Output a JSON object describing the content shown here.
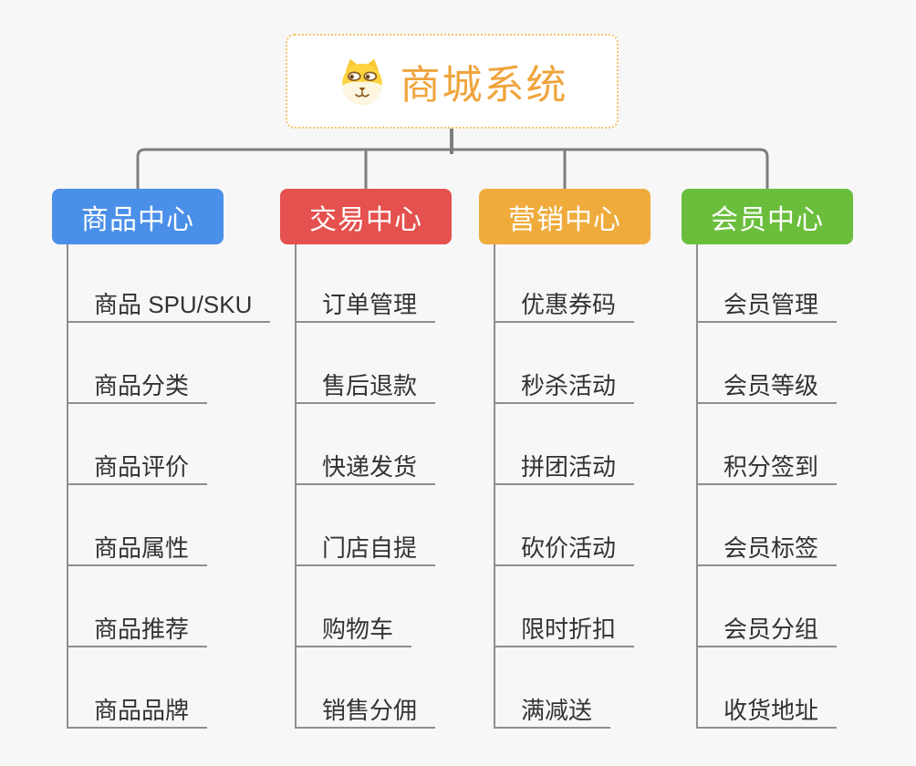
{
  "root": {
    "title": "商城系统",
    "icon": "dog-face-icon"
  },
  "colors": {
    "title_text": "#f0a43c",
    "root_border": "#f2c36e",
    "connector": "#7e7e7e",
    "trunk_line": "#8e8e8e",
    "leaf_text": "#333333",
    "background": "#f7f7f7"
  },
  "branches": [
    {
      "label": "商品中心",
      "color": "#4a8fe8",
      "items": [
        "商品 SPU/SKU",
        "商品分类",
        "商品评价",
        "商品属性",
        "商品推荐",
        "商品品牌"
      ]
    },
    {
      "label": "交易中心",
      "color": "#e4514e",
      "items": [
        "订单管理",
        "售后退款",
        "快递发货",
        "门店自提",
        "购物车",
        "销售分佣"
      ]
    },
    {
      "label": "营销中心",
      "color": "#efab3c",
      "items": [
        "优惠券码",
        "秒杀活动",
        "拼团活动",
        "砍价活动",
        "限时折扣",
        "满减送"
      ]
    },
    {
      "label": "会员中心",
      "color": "#6bbe3c",
      "items": [
        "会员管理",
        "会员等级",
        "积分签到",
        "会员标签",
        "会员分组",
        "收货地址"
      ]
    }
  ]
}
